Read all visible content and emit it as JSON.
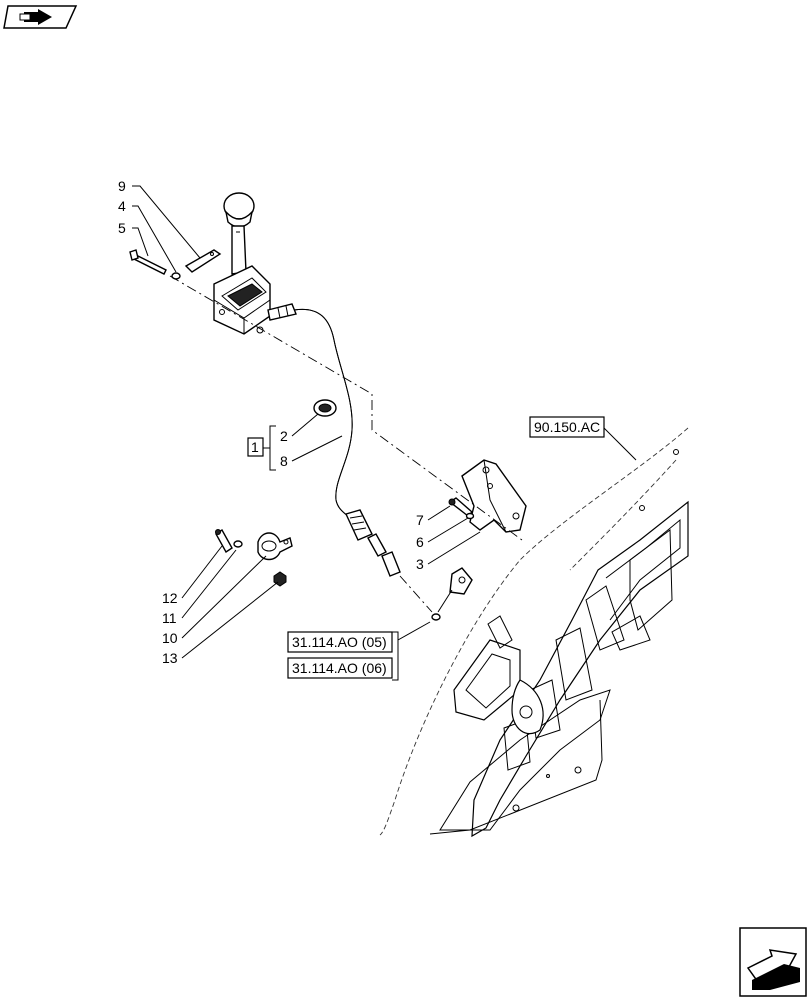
{
  "nav": {
    "prev_icon": "prev-page-icon",
    "next_icon": "next-page-icon"
  },
  "callouts": [
    "9",
    "4",
    "5",
    "2",
    "8",
    "7",
    "6",
    "3",
    "12",
    "11",
    "10",
    "13"
  ],
  "kit_label": "1",
  "references": {
    "fender": "90.150.AC",
    "link_a": "31.114.AO (05)",
    "link_b": "31.114.AO (06)"
  }
}
